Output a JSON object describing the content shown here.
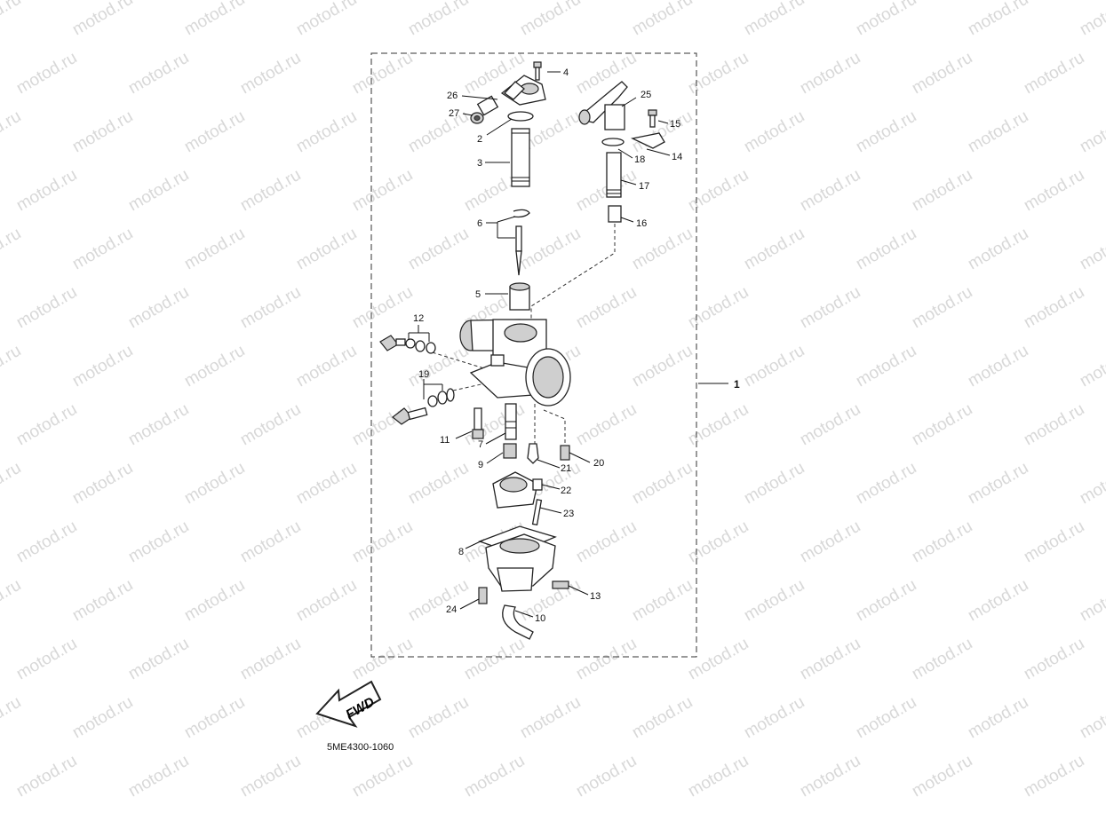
{
  "watermark": {
    "text": "motod.ru",
    "color": "#d8d8d8"
  },
  "diagram_code": "5ME4300-1060",
  "fwd_label": "FWD",
  "callouts": {
    "n1": "1",
    "n2": "2",
    "n3": "3",
    "n4": "4",
    "n5": "5",
    "n6": "6",
    "n7": "7",
    "n8": "8",
    "n9": "9",
    "n10": "10",
    "n11": "11",
    "n12": "12",
    "n13": "13",
    "n14": "14",
    "n15": "15",
    "n16": "16",
    "n17": "17",
    "n18": "18",
    "n19": "19",
    "n20": "20",
    "n21": "21",
    "n22": "22",
    "n23": "23",
    "n24": "24",
    "n25": "25",
    "n26": "26",
    "n27": "27"
  },
  "colors": {
    "line": "#222222",
    "shade": "#cfcfcf",
    "background": "#ffffff"
  }
}
